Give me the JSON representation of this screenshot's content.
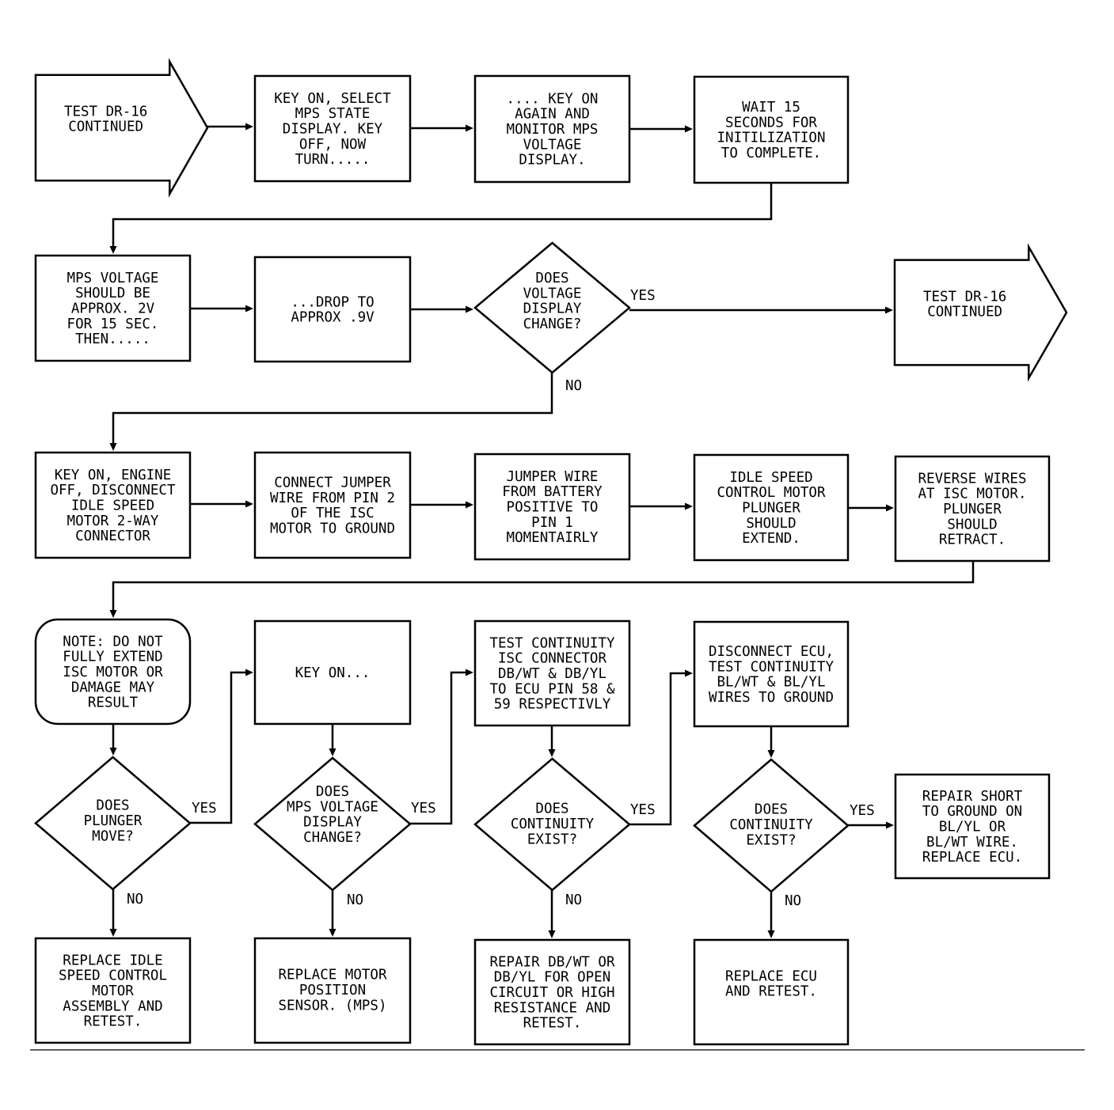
{
  "colors": {
    "stroke": "#000000",
    "background": "#ffffff"
  },
  "nodes": [
    {
      "id": "continued-in",
      "shape": "arrow",
      "lines": [
        "TEST DR-16",
        "CONTINUED"
      ]
    },
    {
      "id": "key-on-select",
      "shape": "rect",
      "lines": [
        "KEY ON, SELECT",
        "MPS STATE",
        "DISPLAY. KEY",
        "OFF, NOW",
        "TURN....."
      ]
    },
    {
      "id": "key-on-again",
      "shape": "rect",
      "lines": [
        ".... KEY ON",
        "AGAIN AND",
        "MONITOR MPS",
        "VOLTAGE",
        "DISPLAY."
      ]
    },
    {
      "id": "wait-15",
      "shape": "rect",
      "lines": [
        "WAIT 15",
        "SECONDS FOR",
        "INITILIZATION",
        "TO COMPLETE."
      ]
    },
    {
      "id": "mps-approx-2v",
      "shape": "rect",
      "lines": [
        "MPS VOLTAGE",
        "SHOULD BE",
        "APPROX. 2V",
        "FOR 15 SEC.",
        "THEN....."
      ]
    },
    {
      "id": "drop-to-9v",
      "shape": "rect",
      "lines": [
        "...DROP TO",
        "APPROX .9V"
      ]
    },
    {
      "id": "voltage-change-q",
      "shape": "diamond",
      "lines": [
        "DOES",
        "VOLTAGE",
        "DISPLAY",
        "CHANGE?"
      ]
    },
    {
      "id": "continued-out",
      "shape": "arrow",
      "lines": [
        "TEST DR-16",
        "CONTINUED"
      ]
    },
    {
      "id": "disconnect-isc",
      "shape": "rect",
      "lines": [
        "KEY ON, ENGINE",
        "OFF, DISCONNECT",
        "IDLE SPEED",
        "MOTOR 2-WAY",
        "CONNECTOR"
      ]
    },
    {
      "id": "connect-jumper",
      "shape": "rect",
      "lines": [
        "CONNECT JUMPER",
        "WIRE FROM PIN 2",
        "OF THE ISC",
        "MOTOR TO GROUND"
      ]
    },
    {
      "id": "jumper-battery",
      "shape": "rect",
      "lines": [
        "JUMPER WIRE",
        "FROM BATTERY",
        "POSITIVE TO",
        "PIN 1",
        "MOMENTAIRLY"
      ]
    },
    {
      "id": "plunger-extend",
      "shape": "rect",
      "lines": [
        "IDLE SPEED",
        "CONTROL MOTOR",
        "PLUNGER",
        "SHOULD",
        "EXTEND."
      ]
    },
    {
      "id": "reverse-wires",
      "shape": "rect",
      "lines": [
        "REVERSE WIRES",
        "AT ISC MOTOR.",
        "PLUNGER",
        "SHOULD",
        "RETRACT."
      ]
    },
    {
      "id": "note",
      "shape": "rounded",
      "lines": [
        "NOTE: DO NOT",
        "FULLY EXTEND",
        "ISC MOTOR OR",
        "DAMAGE MAY",
        "RESULT"
      ]
    },
    {
      "id": "key-on-dots",
      "shape": "rect",
      "lines": [
        "KEY ON..."
      ]
    },
    {
      "id": "test-continuity-isc",
      "shape": "rect",
      "lines": [
        "TEST CONTINUITY",
        "ISC CONNECTOR",
        "DB/WT & DB/YL",
        "TO ECU PIN 58 &",
        "59 RESPECTIVLY"
      ]
    },
    {
      "id": "disconnect-ecu",
      "shape": "rect",
      "lines": [
        "DISCONNECT ECU,",
        "TEST CONTINUITY",
        "BL/WT & BL/YL",
        "WIRES TO GROUND"
      ]
    },
    {
      "id": "plunger-move-q",
      "shape": "diamond",
      "lines": [
        "DOES",
        "PLUNGER",
        "MOVE?"
      ]
    },
    {
      "id": "mps-change-q",
      "shape": "diamond",
      "lines": [
        "DOES",
        "MPS VOLTAGE",
        "DISPLAY",
        "CHANGE?"
      ]
    },
    {
      "id": "continuity-q1",
      "shape": "diamond",
      "lines": [
        "DOES",
        "CONTINUITY",
        "EXIST?"
      ]
    },
    {
      "id": "continuity-q2",
      "shape": "diamond",
      "lines": [
        "DOES",
        "CONTINUITY",
        "EXIST?"
      ]
    },
    {
      "id": "repair-short",
      "shape": "rect",
      "lines": [
        "REPAIR SHORT",
        "TO GROUND ON",
        "BL/YL OR",
        "BL/WT WIRE.",
        "REPLACE ECU."
      ]
    },
    {
      "id": "replace-isc",
      "shape": "rect",
      "lines": [
        "REPLACE IDLE",
        "SPEED CONTROL",
        "MOTOR",
        "ASSEMBLY AND",
        "RETEST."
      ]
    },
    {
      "id": "replace-mps",
      "shape": "rect",
      "lines": [
        "REPLACE MOTOR",
        "POSITION",
        "SENSOR. (MPS)"
      ]
    },
    {
      "id": "repair-db",
      "shape": "rect",
      "lines": [
        "REPAIR DB/WT OR",
        "DB/YL FOR OPEN",
        "CIRCUIT OR HIGH",
        "RESISTANCE AND",
        "RETEST."
      ]
    },
    {
      "id": "replace-ecu",
      "shape": "rect",
      "lines": [
        "REPLACE ECU",
        "AND RETEST."
      ]
    }
  ],
  "edges": [
    {
      "from": "continued-in",
      "to": "key-on-select",
      "label": ""
    },
    {
      "from": "key-on-select",
      "to": "key-on-again",
      "label": ""
    },
    {
      "from": "key-on-again",
      "to": "wait-15",
      "label": ""
    },
    {
      "from": "wait-15",
      "to": "mps-approx-2v",
      "label": ""
    },
    {
      "from": "mps-approx-2v",
      "to": "drop-to-9v",
      "label": ""
    },
    {
      "from": "drop-to-9v",
      "to": "voltage-change-q",
      "label": ""
    },
    {
      "from": "voltage-change-q",
      "to": "continued-out",
      "label": "YES"
    },
    {
      "from": "voltage-change-q",
      "to": "disconnect-isc",
      "label": "NO"
    },
    {
      "from": "disconnect-isc",
      "to": "connect-jumper",
      "label": ""
    },
    {
      "from": "connect-jumper",
      "to": "jumper-battery",
      "label": ""
    },
    {
      "from": "jumper-battery",
      "to": "plunger-extend",
      "label": ""
    },
    {
      "from": "plunger-extend",
      "to": "reverse-wires",
      "label": ""
    },
    {
      "from": "reverse-wires",
      "to": "note",
      "label": ""
    },
    {
      "from": "note",
      "to": "plunger-move-q",
      "label": ""
    },
    {
      "from": "plunger-move-q",
      "to": "key-on-dots",
      "label": "YES"
    },
    {
      "from": "plunger-move-q",
      "to": "replace-isc",
      "label": "NO"
    },
    {
      "from": "key-on-dots",
      "to": "mps-change-q",
      "label": ""
    },
    {
      "from": "mps-change-q",
      "to": "test-continuity-isc",
      "label": "YES"
    },
    {
      "from": "mps-change-q",
      "to": "replace-mps",
      "label": "NO"
    },
    {
      "from": "test-continuity-isc",
      "to": "continuity-q1",
      "label": ""
    },
    {
      "from": "continuity-q1",
      "to": "disconnect-ecu",
      "label": "YES"
    },
    {
      "from": "continuity-q1",
      "to": "repair-db",
      "label": "NO"
    },
    {
      "from": "disconnect-ecu",
      "to": "continuity-q2",
      "label": ""
    },
    {
      "from": "continuity-q2",
      "to": "repair-short",
      "label": "YES"
    },
    {
      "from": "continuity-q2",
      "to": "replace-ecu",
      "label": "NO"
    }
  ]
}
